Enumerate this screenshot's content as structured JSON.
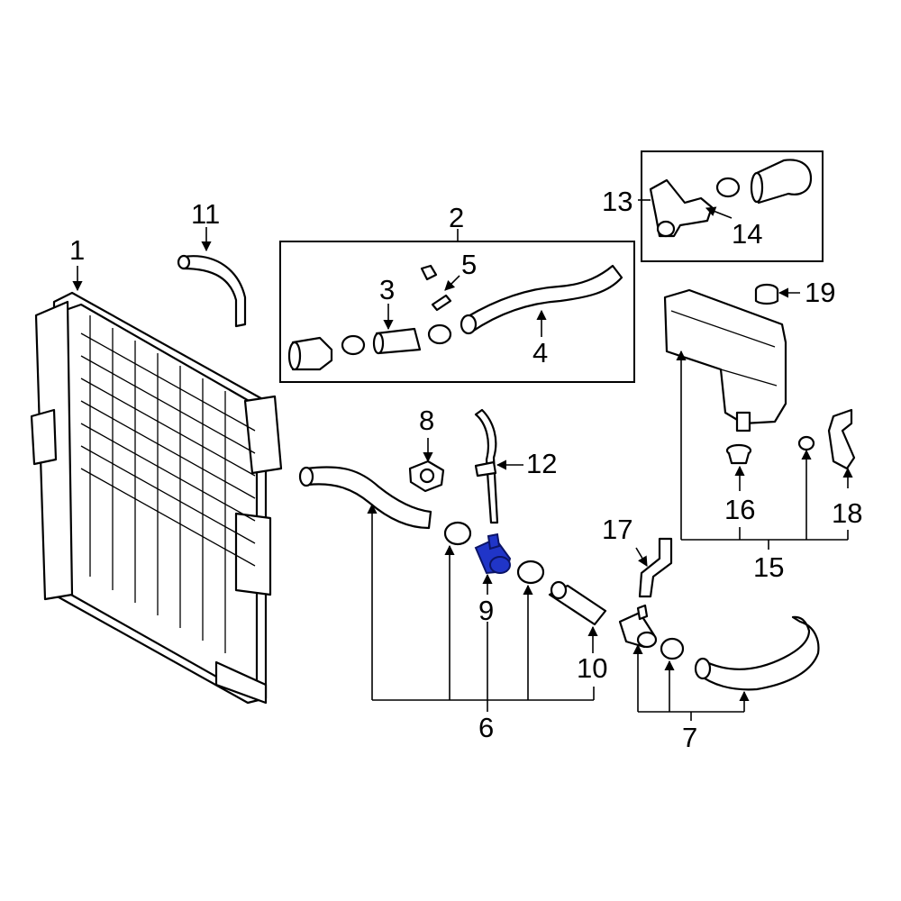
{
  "diagram": {
    "highlight_color": "#2035c8",
    "callouts": {
      "c1": "1",
      "c2": "2",
      "c3": "3",
      "c4": "4",
      "c5": "5",
      "c6": "6",
      "c7": "7",
      "c8": "8",
      "c9": "9",
      "c10": "10",
      "c11": "11",
      "c12": "12",
      "c13": "13",
      "c14": "14",
      "c15": "15",
      "c16": "16",
      "c17": "17",
      "c18": "18",
      "c19": "19"
    }
  }
}
